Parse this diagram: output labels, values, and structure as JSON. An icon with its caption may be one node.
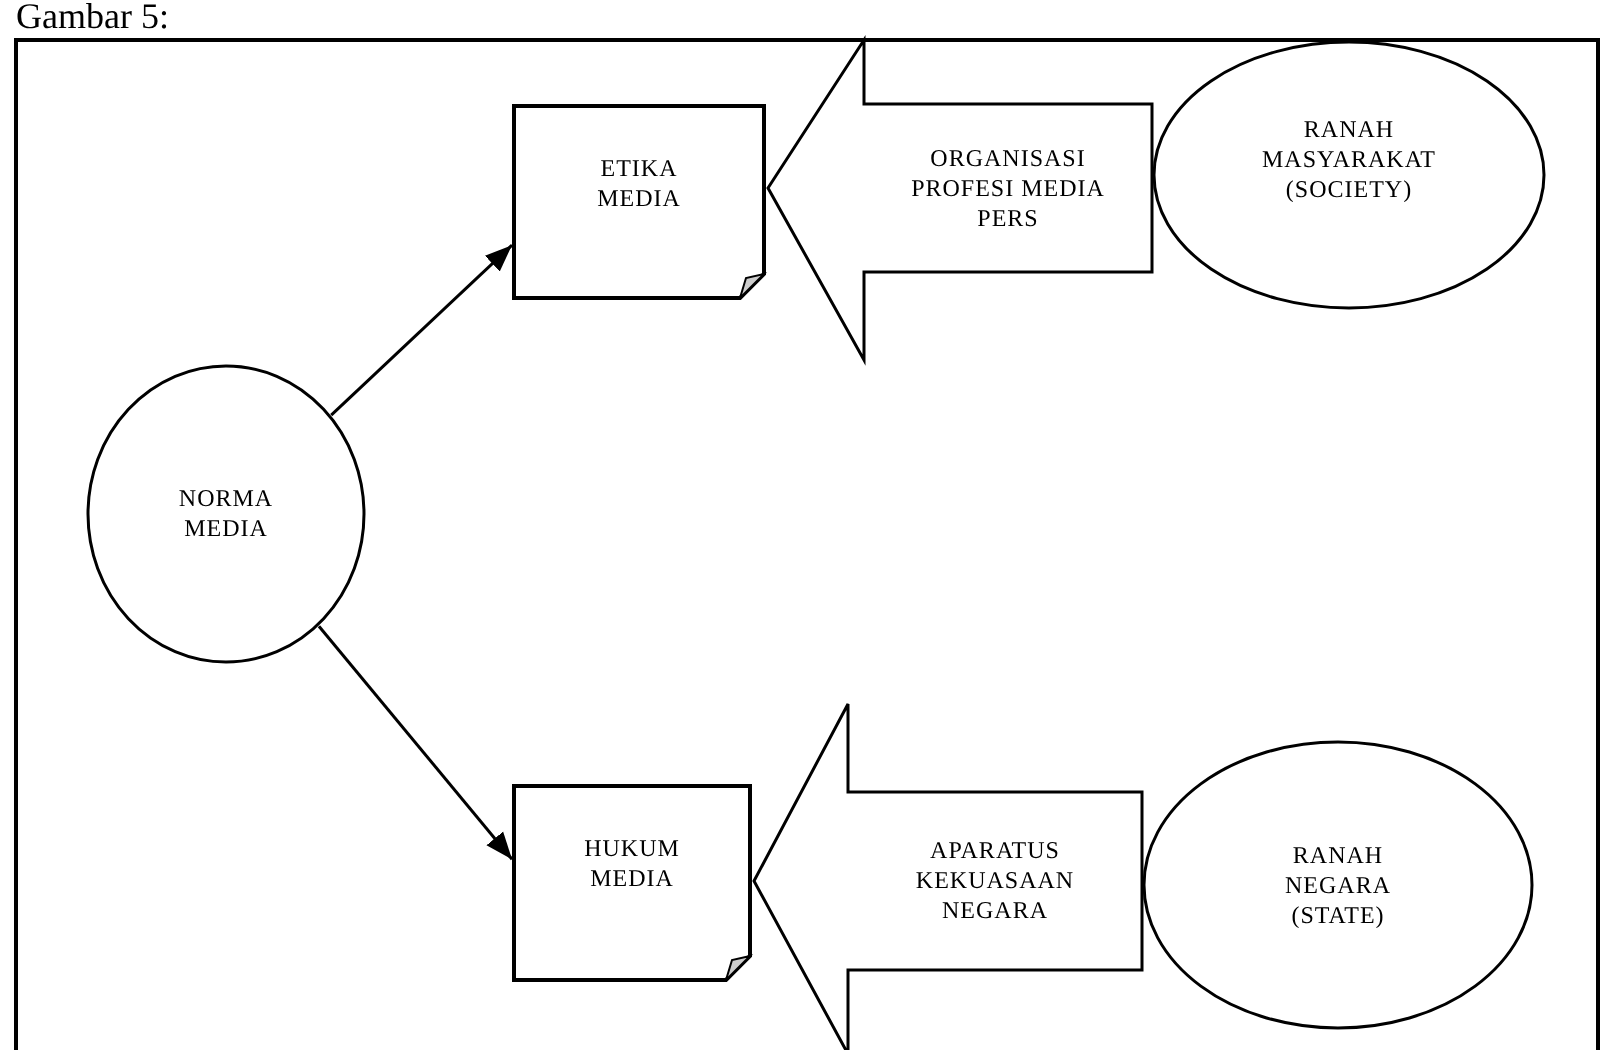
{
  "diagram": {
    "title": "Gambar 5:",
    "nodes": [
      {
        "text": [
          "NORMA MEDIA"
        ]
      },
      {
        "text": [
          "ETIKA MEDIA"
        ]
      },
      {
        "text": [
          "ORGANISASI PROFESI MEDIA PERS"
        ]
      },
      {
        "text": [
          "RANAH MASYARAKAT (SOCIETY)"
        ]
      },
      {
        "text": [
          "HUKUM MEDIA"
        ]
      },
      {
        "text": [
          "APARATUS KEKUASAAN NEGARA"
        ]
      },
      {
        "text": [
          "RANAH NEGARA (STATE)"
        ]
      }
    ],
    "edges": [
      {
        "from": 0,
        "to": 1,
        "arrow": "to"
      },
      {
        "from": 0,
        "to": 4,
        "arrow": "to"
      },
      {
        "from": 3,
        "to": 1,
        "arrow": "to"
      },
      {
        "from": 6,
        "to": 4,
        "arrow": "to"
      }
    ]
  }
}
